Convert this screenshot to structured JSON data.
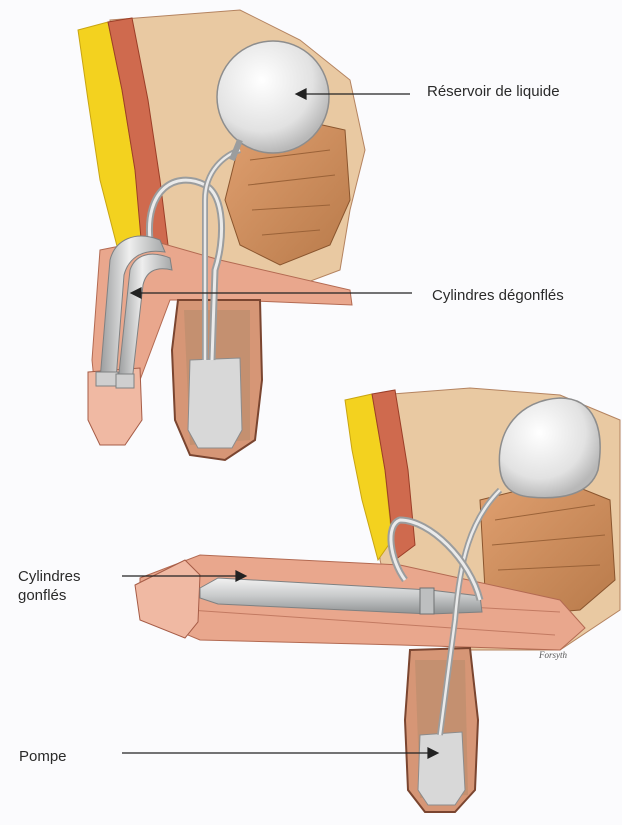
{
  "labels": {
    "reservoir": "Réservoir de liquide",
    "cylinders_deflated": "Cylindres dégonflés",
    "cylinders_inflated": "Cylindres\ngonflés",
    "pump": "Pompe"
  },
  "signature": "Forsyth",
  "colors": {
    "background": "#fbfbfd",
    "fat": "#f3d21f",
    "muscle": "#c9624a",
    "skin": "#e8a488",
    "tissue": "#d6a56c",
    "implant": "#c9cccd",
    "reservoir": "#e6e6e6"
  }
}
